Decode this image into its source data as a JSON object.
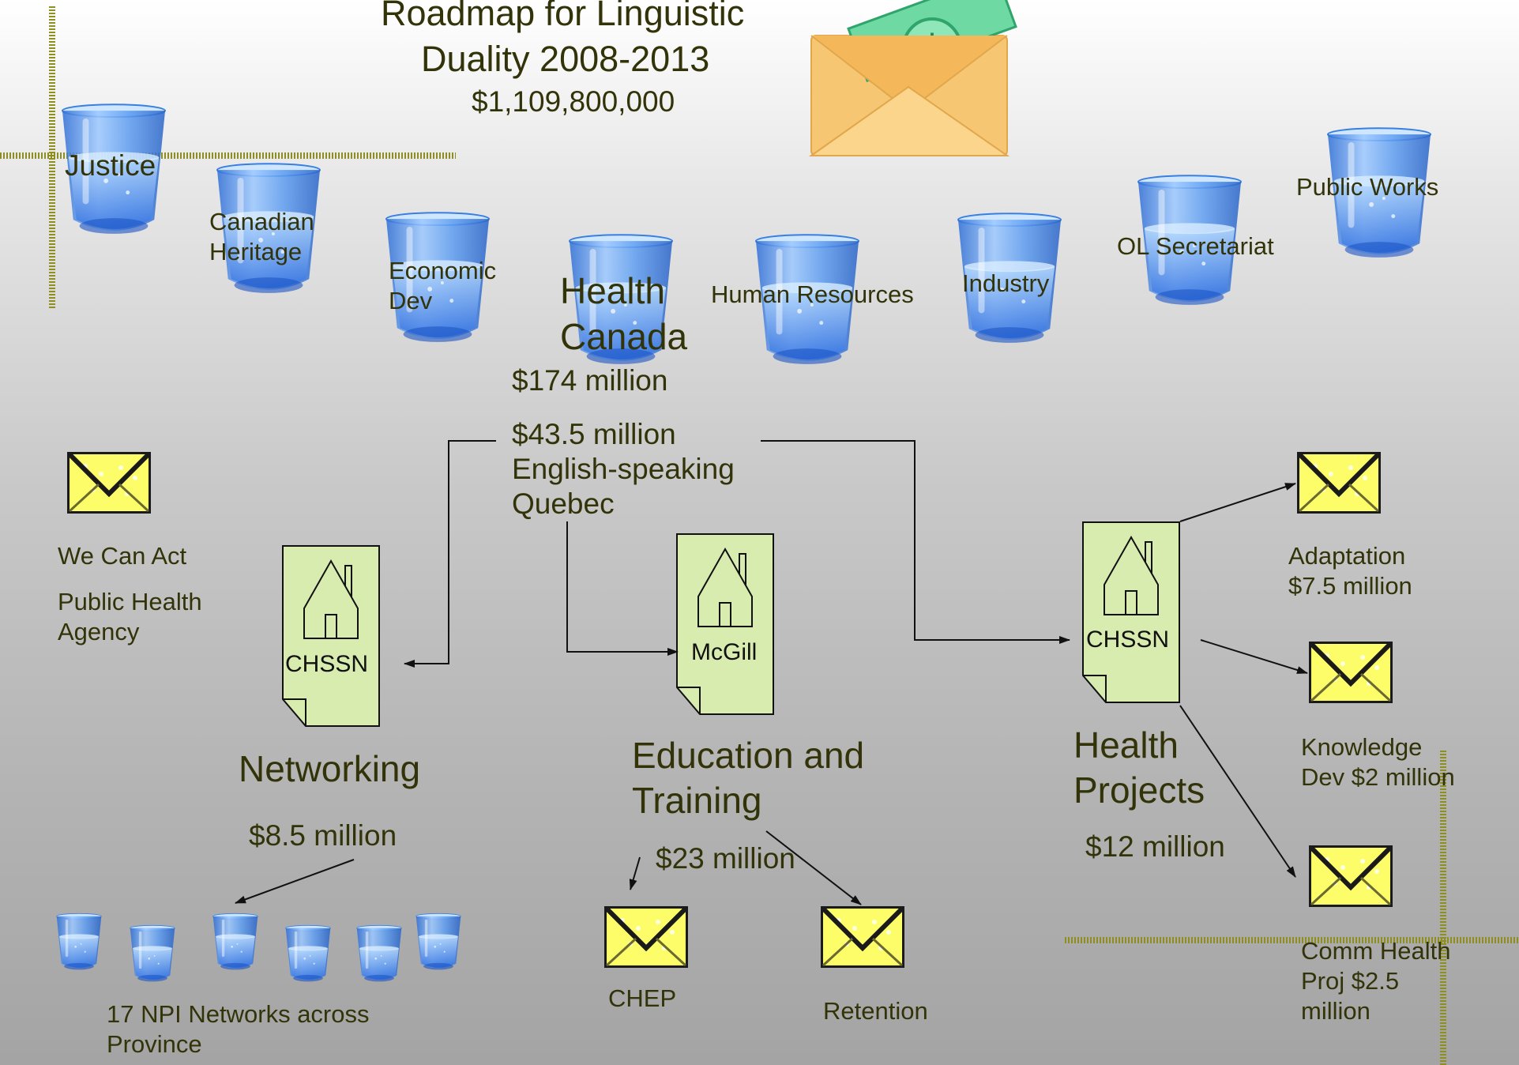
{
  "title": {
    "line1": "Roadmap for Linguistic",
    "line2": "Duality 2008-2013",
    "amount": "$1,109,800,000"
  },
  "departments": {
    "justice": "Justice",
    "canadian_heritage_1": "Canadian",
    "canadian_heritage_2": "Heritage",
    "economic_dev_1": "Economic",
    "economic_dev_2": "Dev",
    "health_canada_1": "Health",
    "health_canada_2": "Canada",
    "human_resources": "Human Resources",
    "industry": "Industry",
    "ol_secretariat": "OL Secretariat",
    "public_works": "Public Works"
  },
  "health_canada_amount": "$174 million",
  "esq": {
    "line1": "$43.5 million",
    "line2": "English-speaking",
    "line3": "Quebec"
  },
  "left_panel": {
    "we_can_act": "We Can Act",
    "public_health_1": "Public Health",
    "public_health_2": "Agency"
  },
  "docs": {
    "chssn_left": "CHSSN",
    "mcgill": "McGill",
    "chssn_right": "CHSSN"
  },
  "networking": {
    "title": "Networking",
    "amount": "$8.5 million",
    "networks_1": "17 NPI Networks across",
    "networks_2": "Province"
  },
  "education": {
    "title_1": "Education and",
    "title_2": "Training",
    "amount": "$23 million",
    "chep": "CHEP",
    "retention": "Retention"
  },
  "health_projects": {
    "title_1": "Health",
    "title_2": "Projects",
    "amount": "$12 million",
    "adaptation_1": "Adaptation",
    "adaptation_2": "$7.5 million",
    "knowledge_1": "Knowledge",
    "knowledge_2": "Dev $2 million",
    "comm_1": "Comm Health",
    "comm_2": "Proj $2.5",
    "comm_3": "million"
  },
  "icons": {
    "glass": "water-glass-icon",
    "envelope": "envelope-icon",
    "money": "money-envelope-icon",
    "house": "house-document-icon"
  },
  "colors": {
    "text": "#33330a",
    "doc_fill": "#d9ecb0",
    "olive_line": "#8f8f1f",
    "glass_blue": "#3a7fe0"
  }
}
